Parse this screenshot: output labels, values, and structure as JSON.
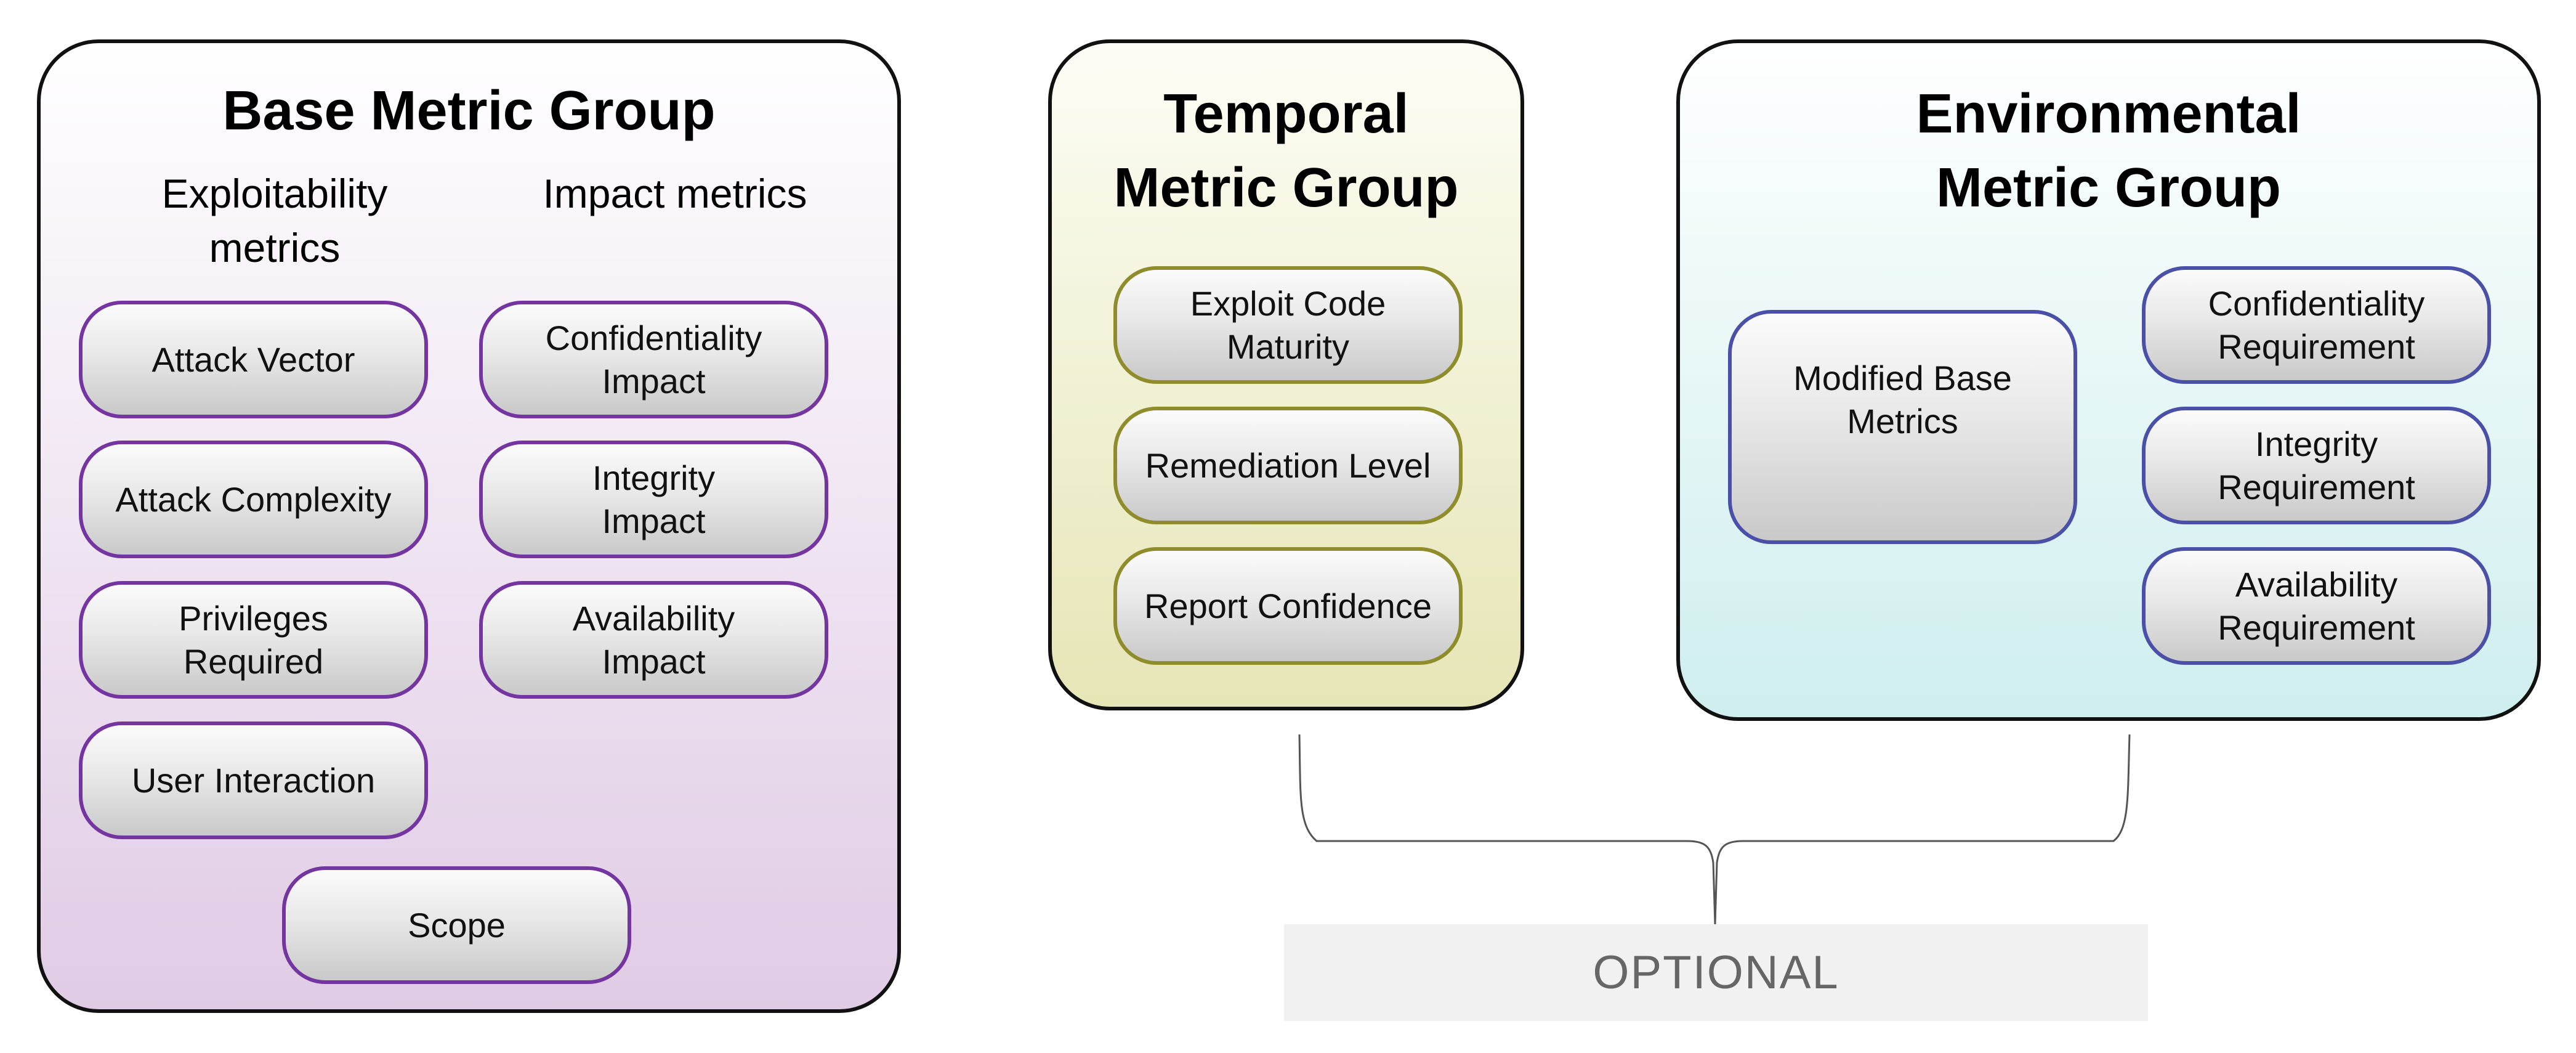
{
  "base_group": {
    "title": "Base Metric Group",
    "exploitability_heading": "Exploitability\nmetrics",
    "impact_heading": "Impact metrics",
    "exploitability_items": [
      {
        "label": "Attack Vector"
      },
      {
        "label": "Attack Complexity"
      },
      {
        "label": "Privileges\nRequired"
      },
      {
        "label": "User Interaction"
      }
    ],
    "impact_items": [
      {
        "label": "Confidentiality\nImpact"
      },
      {
        "label": "Integrity\nImpact"
      },
      {
        "label": "Availability\nImpact"
      }
    ],
    "scope_label": "Scope",
    "border_color": "#7435a0"
  },
  "temporal_group": {
    "title": "Temporal\nMetric Group",
    "items": [
      {
        "label": "Exploit Code\nMaturity"
      },
      {
        "label": "Remediation Level"
      },
      {
        "label": "Report Confidence"
      }
    ],
    "border_color": "#8f8c2c"
  },
  "environmental_group": {
    "title": "Environmental\nMetric Group",
    "modified_base_label": "Modified Base\nMetrics",
    "requirement_items": [
      {
        "label": "Confidentiality\nRequirement"
      },
      {
        "label": "Integrity\nRequirement"
      },
      {
        "label": "Availability\nRequirement"
      }
    ],
    "border_color": "#4a4fa8"
  },
  "optional_label": "OPTIONAL"
}
